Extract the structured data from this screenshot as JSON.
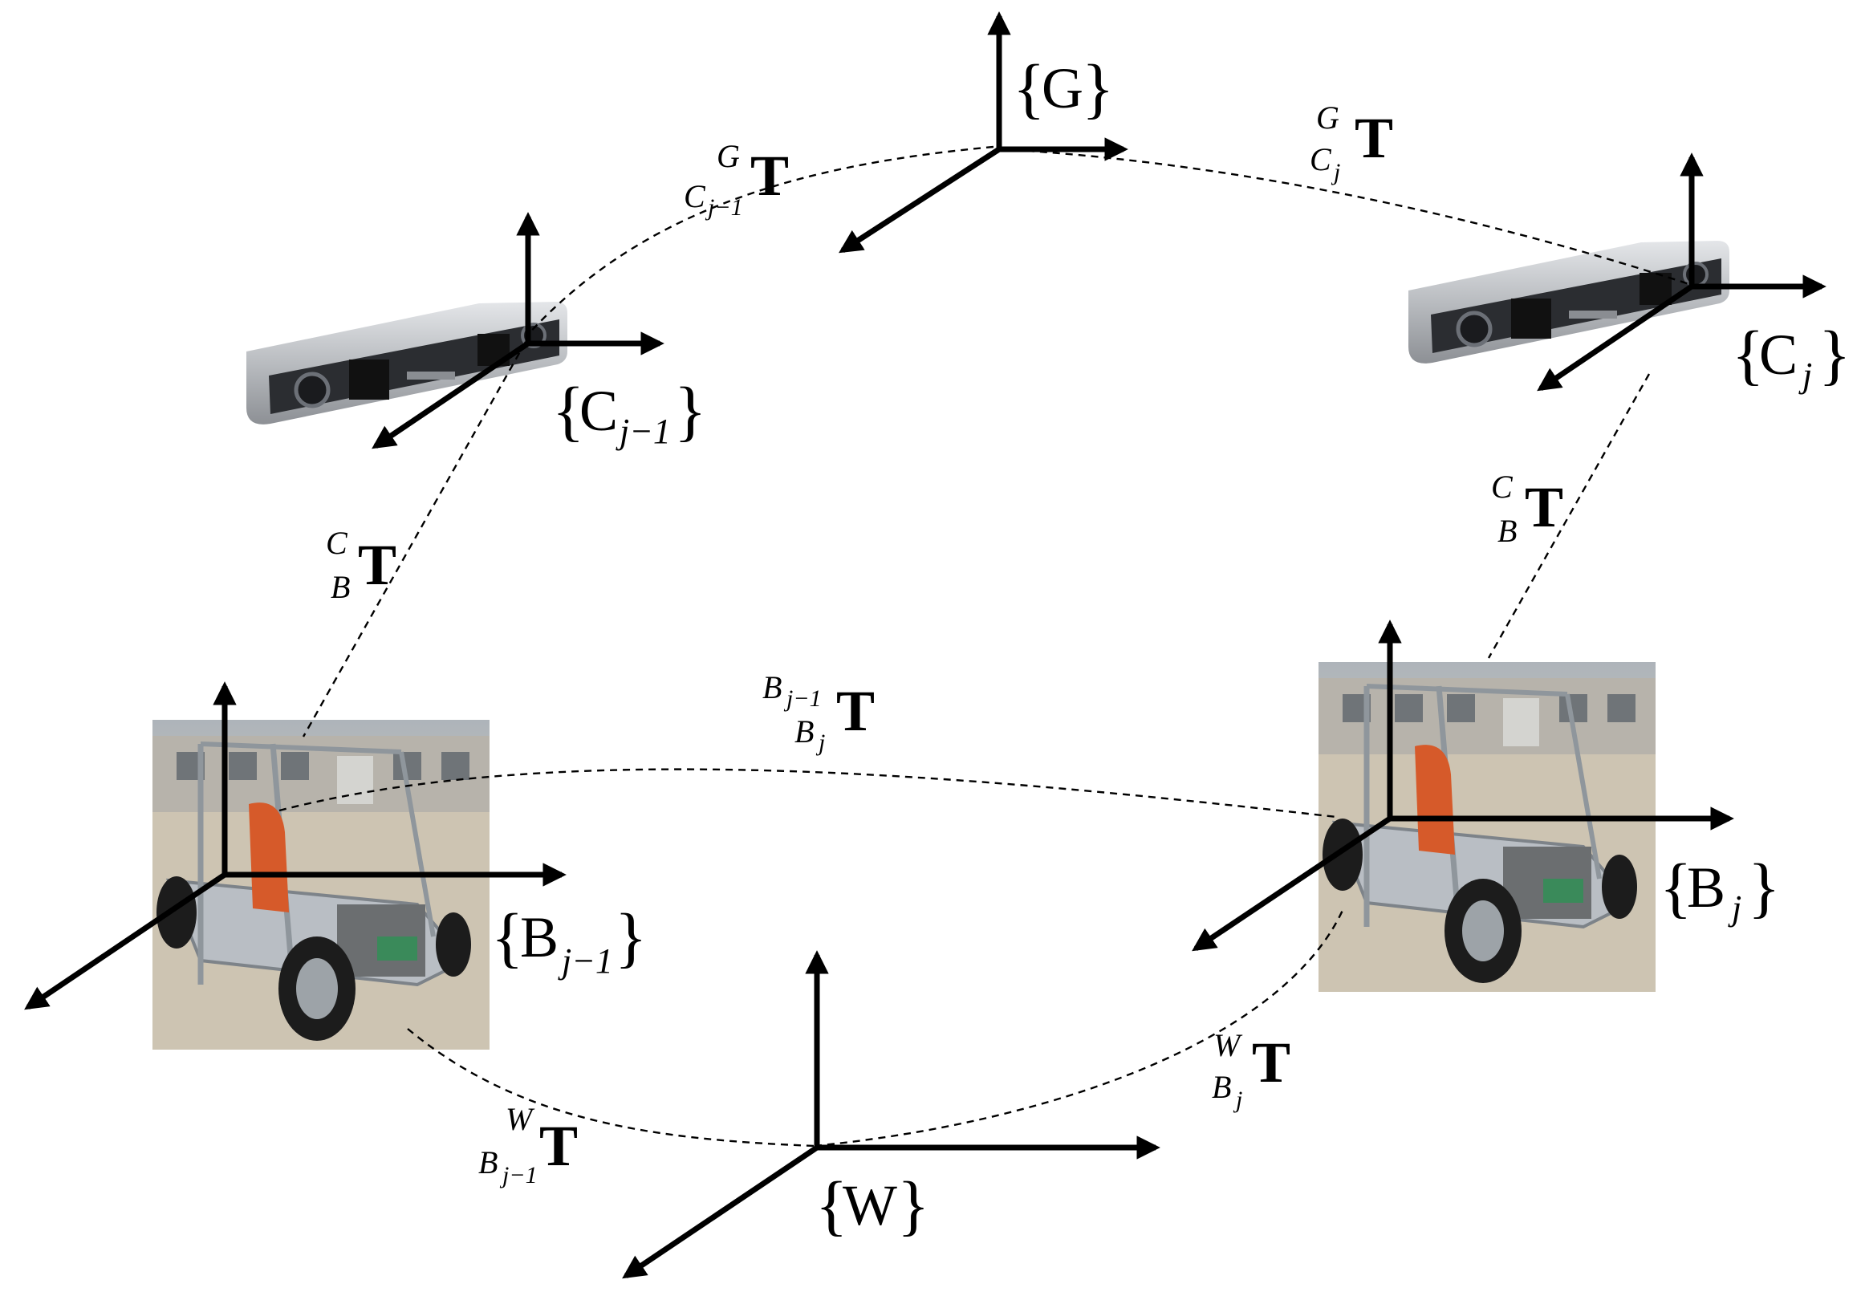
{
  "frames": {
    "G": {
      "letter": "G",
      "sub": ""
    },
    "C_prev": {
      "letter": "C",
      "sub": "j−1"
    },
    "C_curr": {
      "letter": "C",
      "sub": "j"
    },
    "B_prev": {
      "letter": "B",
      "sub": "j−1"
    },
    "B_curr": {
      "letter": "B",
      "sub": "j"
    },
    "W": {
      "letter": "W",
      "sub": ""
    }
  },
  "transforms": {
    "g_c_prev": {
      "symbol": "T",
      "sup": "G",
      "sub": "C",
      "subsub": "j−1"
    },
    "g_c_curr": {
      "symbol": "T",
      "sup": "G",
      "sub": "C",
      "subsub": "j"
    },
    "c_b_left": {
      "symbol": "T",
      "sup": "C",
      "sub": "B"
    },
    "c_b_right": {
      "symbol": "T",
      "sup": "C",
      "sub": "B"
    },
    "b_b": {
      "symbol": "T",
      "sup": "B",
      "supsub": "j−1",
      "sub": "B",
      "subsub": "j"
    },
    "w_b_prev": {
      "symbol": "T",
      "sup": "W",
      "sub": "B",
      "subsub": "j−1"
    },
    "w_b_curr": {
      "symbol": "T",
      "sup": "W",
      "sub": "B",
      "subsub": "j"
    }
  },
  "colors": {
    "line": "#000000",
    "camera_body": "#b9bcc0",
    "camera_face": "#2b2d31",
    "sky": "#d9dde2",
    "ground": "#c8bfae",
    "building": "#b7b3ab",
    "seat": "#d65a2a",
    "vehicle_frame": "#9aa0a6",
    "tire": "#1c1c1c"
  },
  "icons": {
    "camera": "stereo-camera-icon",
    "vehicle": "electric-vehicle-photo"
  }
}
